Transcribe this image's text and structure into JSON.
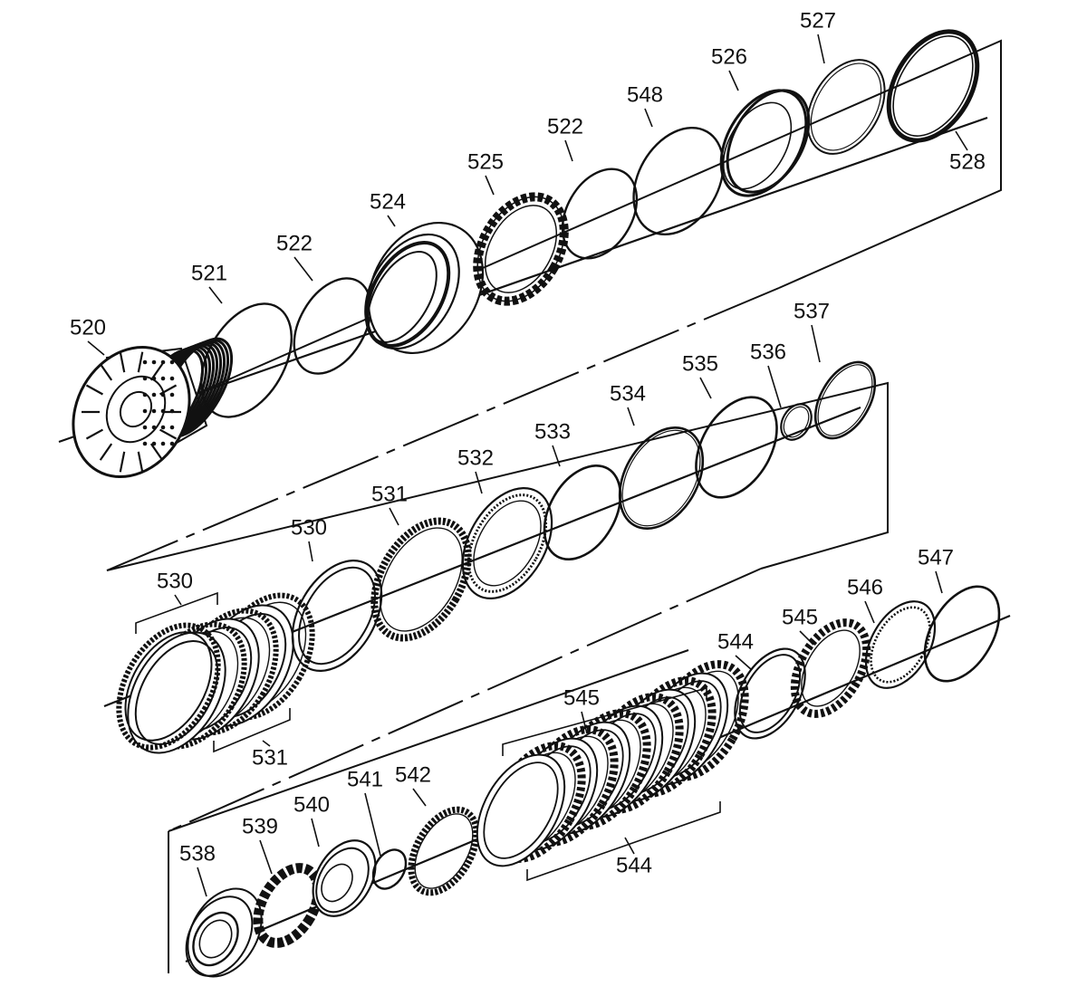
{
  "diagram": {
    "type": "exploded-parts",
    "rows": [
      {
        "id": "row1",
        "parts": [
          {
            "number": "520",
            "kind": "drum"
          },
          {
            "number": "521",
            "kind": "ring"
          },
          {
            "number": "522",
            "kind": "ring"
          },
          {
            "number": "524",
            "kind": "piston"
          },
          {
            "number": "525",
            "kind": "spring"
          },
          {
            "number": "522",
            "kind": "ring"
          },
          {
            "number": "548",
            "kind": "ring"
          },
          {
            "number": "526",
            "kind": "plate"
          },
          {
            "number": "527",
            "kind": "snap-ring"
          },
          {
            "number": "528",
            "kind": "thick-ring"
          }
        ]
      },
      {
        "id": "row2",
        "parts": [
          {
            "number": "530",
            "kind": "steel-plate-stack"
          },
          {
            "number": "531",
            "kind": "friction-plate-stack"
          },
          {
            "number": "530",
            "kind": "steel-plate"
          },
          {
            "number": "531",
            "kind": "friction-plate"
          },
          {
            "number": "532",
            "kind": "backing-plate"
          },
          {
            "number": "533",
            "kind": "ring"
          },
          {
            "number": "534",
            "kind": "ring"
          },
          {
            "number": "535",
            "kind": "snap-ring"
          },
          {
            "number": "536",
            "kind": "small-ring"
          },
          {
            "number": "537",
            "kind": "ring"
          }
        ]
      },
      {
        "id": "row3",
        "parts": [
          {
            "number": "538",
            "kind": "hub"
          },
          {
            "number": "539",
            "kind": "spring-ring"
          },
          {
            "number": "540",
            "kind": "plate"
          },
          {
            "number": "541",
            "kind": "snap-ring"
          },
          {
            "number": "542",
            "kind": "friction-ring"
          },
          {
            "number": "545",
            "kind": "friction-plate-stack"
          },
          {
            "number": "544",
            "kind": "steel-plate-stack"
          },
          {
            "number": "544",
            "kind": "steel-plate"
          },
          {
            "number": "545",
            "kind": "friction-plate"
          },
          {
            "number": "546",
            "kind": "backing-plate"
          },
          {
            "number": "547",
            "kind": "snap-ring"
          }
        ]
      }
    ]
  }
}
